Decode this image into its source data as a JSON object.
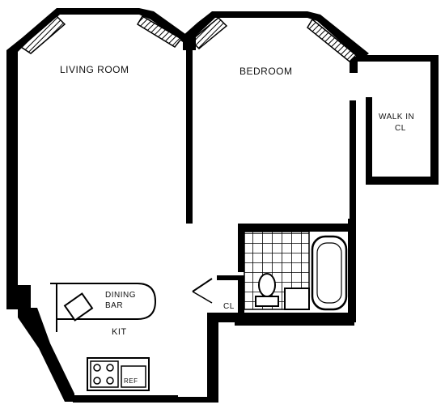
{
  "rooms": {
    "living_room": "LIVING ROOM",
    "bedroom": "BEDROOM",
    "walk_in_closet_line1": "WALK IN",
    "walk_in_closet_line2": "CL",
    "dining_bar_line1": "DINING",
    "dining_bar_line2": "BAR",
    "kitchen": "KIT",
    "closet": "CL",
    "refrigerator": "REF"
  },
  "colors": {
    "wall": "#000000",
    "background": "#ffffff",
    "window_hatch": "#000000"
  }
}
